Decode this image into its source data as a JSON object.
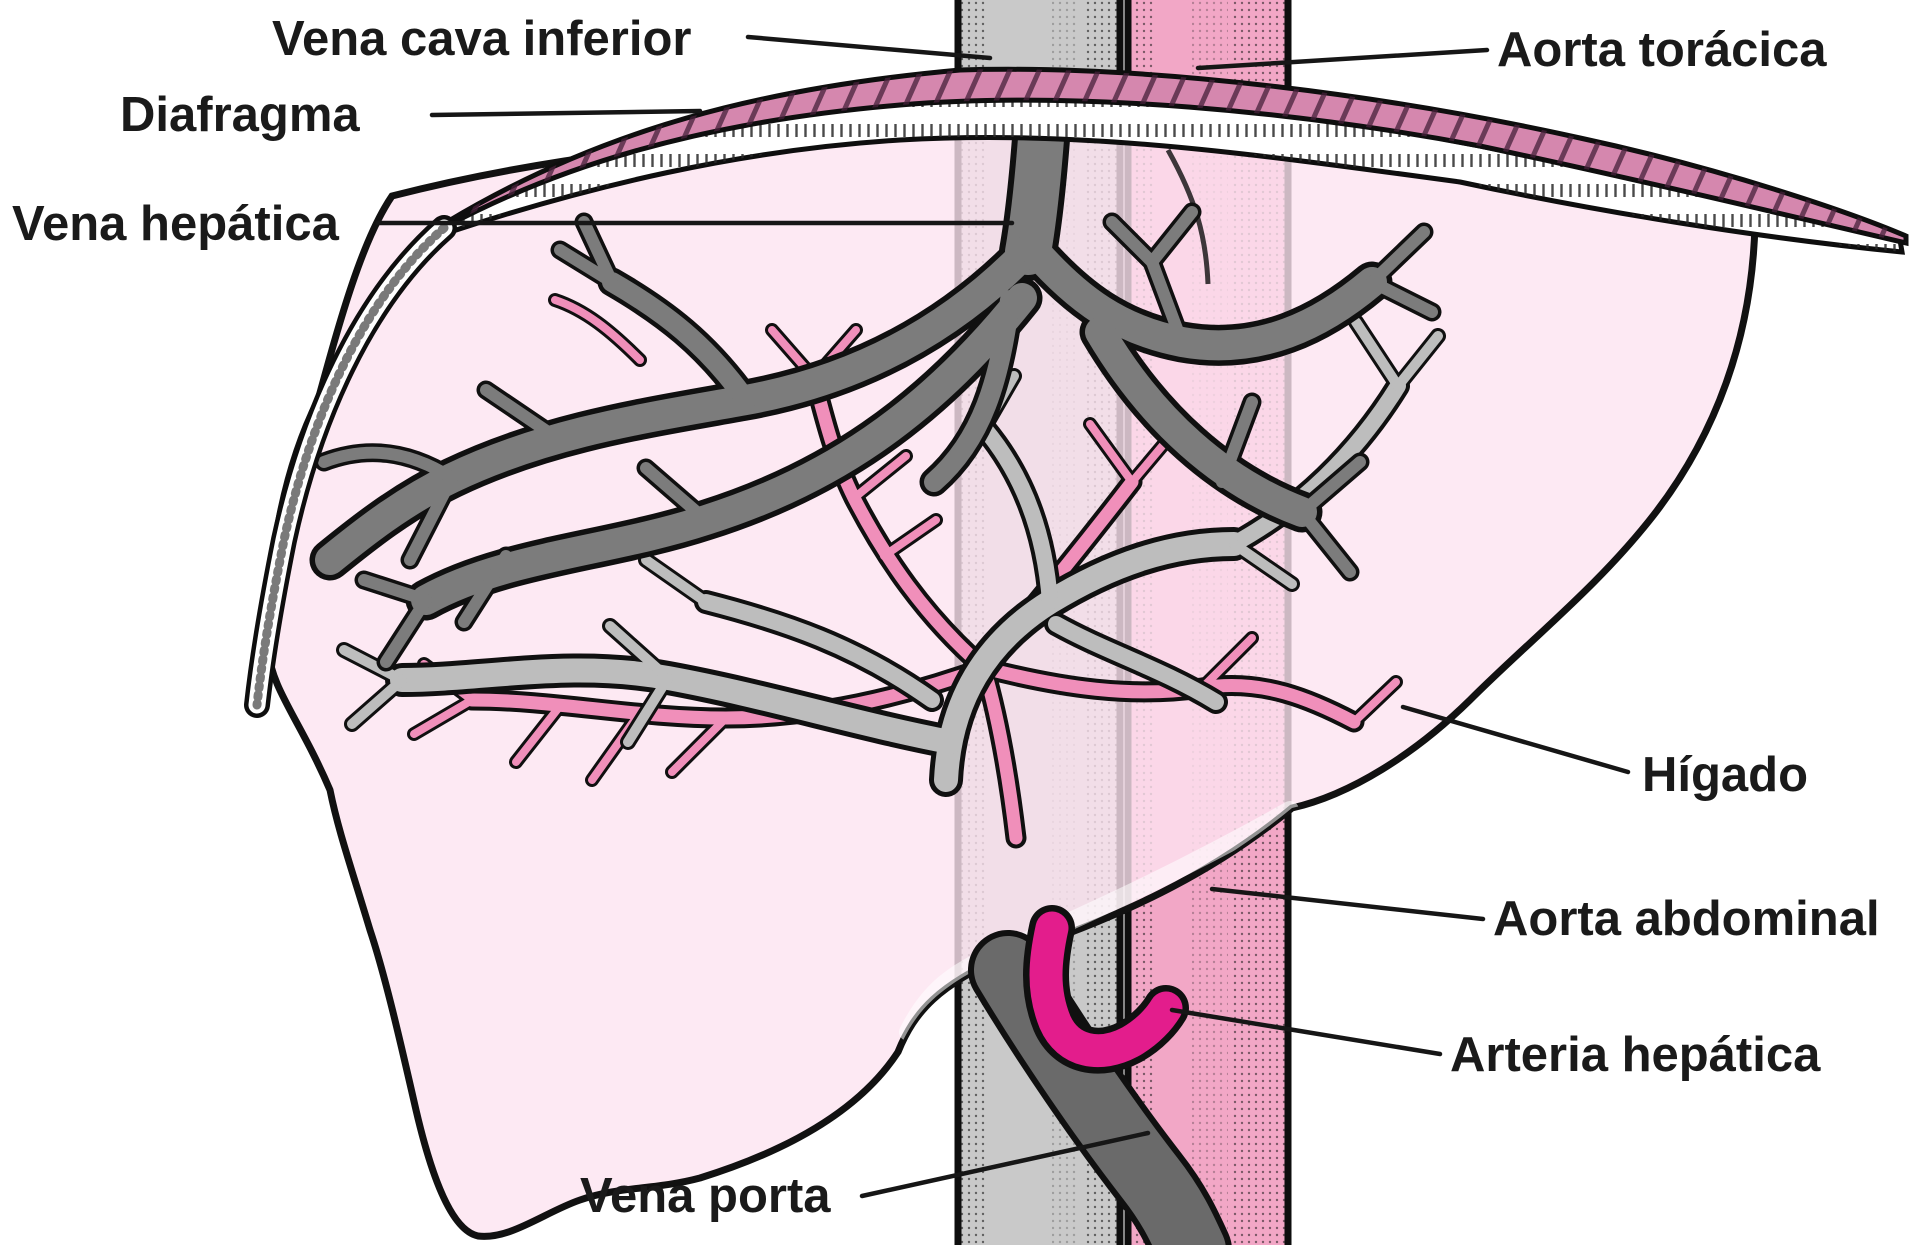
{
  "figure": {
    "type": "anatomical-diagram",
    "subject": "Vascularización del hígado",
    "language": "es"
  },
  "labels": {
    "vena_cava_inferior": "Vena cava inferior",
    "aorta_toracica": "Aorta torácica",
    "diafragma": "Diafragma",
    "vena_hepatica": "Vena hepática",
    "higado": "Hígado",
    "aorta_abdominal": "Aorta abdominal",
    "arteria_hepatica": "Arteria hepática",
    "vena_porta": "Vena porta"
  },
  "colors": {
    "background": "#ffffff",
    "liver": "#fce4f0",
    "liver_outline": "#111111",
    "diaphragm": "#d587ae",
    "diaphragm_hatch": "#46203a",
    "vena_cava": "#c9c9c9",
    "aorta": "#f2a7c6",
    "hepatic_vein": "#7c7c7c",
    "portal_branch": "#bdbdbd",
    "artery_branch": "#f08fba",
    "arteria_hepatica": "#e31d8c",
    "vena_porta": "#6a6a6a",
    "label_text": "#1a1a1a"
  }
}
